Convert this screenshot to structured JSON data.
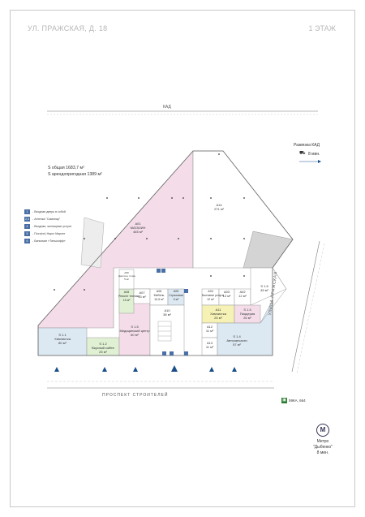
{
  "header": {
    "address": "УЛ. ПРАЖСКАЯ, Д. 18",
    "floor": "1 ЭТАЖ"
  },
  "roads": {
    "kad": "КАД",
    "prospekt": "ПРОСПЕКТ СТРОИТЕЛЕЙ",
    "street": "УЛИЦА ПРАЖСКАЯ"
  },
  "direction": {
    "label": "Развязка КАД",
    "time": "8 мин."
  },
  "summary": {
    "total": "S общая 1683,7 м²",
    "rentable": "S арендопригодная 1389 м²"
  },
  "legend": [
    {
      "code": "1",
      "text": "- Входная дверь в собой"
    },
    {
      "code": "2,3",
      "text": "- Аптечка \"Самонар\""
    },
    {
      "code": "4",
      "text": "- Входная, жилищные услуги"
    },
    {
      "code": "5",
      "text": "- Пост(не) Наргс Маркет"
    },
    {
      "code": "6",
      "text": "- Банкомат «Тинькофф»"
    }
  ],
  "transport": {
    "bus": "59КА, 664",
    "metro_title": "Метро",
    "metro_name": "\"Дыбенко\"",
    "metro_time": "8 мин."
  },
  "units": [
    {
      "id": "a01",
      "code": "А01",
      "name": "МАГАЗИН",
      "area": "445 м²"
    },
    {
      "id": "a14",
      "code": "А14",
      "name": "",
      "area": "271 м²"
    },
    {
      "id": "s11",
      "code": "S 1.1",
      "name": "Химчистка",
      "area": "80 м²"
    },
    {
      "id": "s12",
      "code": "S 1.2",
      "name": "Вкусный coffee",
      "area": "25 м²"
    },
    {
      "id": "a08",
      "code": "А08",
      "name": "Ремонт техники",
      "area": "15 м²"
    },
    {
      "id": "a09",
      "code": "А09",
      "name": "Цветочн. точка",
      "area": "5 м²"
    },
    {
      "id": "a07",
      "code": "А07",
      "name": "",
      "area": "13 м²"
    },
    {
      "id": "a06",
      "code": "А06",
      "name": "Мебель",
      "area": "10,5 м²"
    },
    {
      "id": "a05",
      "code": "А05",
      "name": "Страховая",
      "area": "9 м²"
    },
    {
      "id": "a10",
      "code": "А10",
      "name": "",
      "area": "38 м²"
    },
    {
      "id": "s15l",
      "code": "S 1.5",
      "name": "Медицинский центр",
      "area": "60 м²"
    },
    {
      "id": "a04",
      "code": "А04",
      "name": "Бытовые услуги",
      "area": "12 м²"
    },
    {
      "id": "a03",
      "code": "А03",
      "name": "",
      "area": "12 м²"
    },
    {
      "id": "a02",
      "code": "А02",
      "name": "",
      "area": "12 м²"
    },
    {
      "id": "s16",
      "code": "S 1.6",
      "name": "",
      "area": "45 м²"
    },
    {
      "id": "a11",
      "code": "А11",
      "name": "Химчистка",
      "area": "25 м²"
    },
    {
      "id": "s15r",
      "code": "S 1.5",
      "name": "Пиццерия",
      "area": "26 м²"
    },
    {
      "id": "a12",
      "code": "А12",
      "name": "",
      "area": "11 м²"
    },
    {
      "id": "a13",
      "code": "А13",
      "name": "",
      "area": "11 м²"
    },
    {
      "id": "s14",
      "code": "S 1.4",
      "name": "Автозапчасти",
      "area": "57 м²"
    }
  ]
}
